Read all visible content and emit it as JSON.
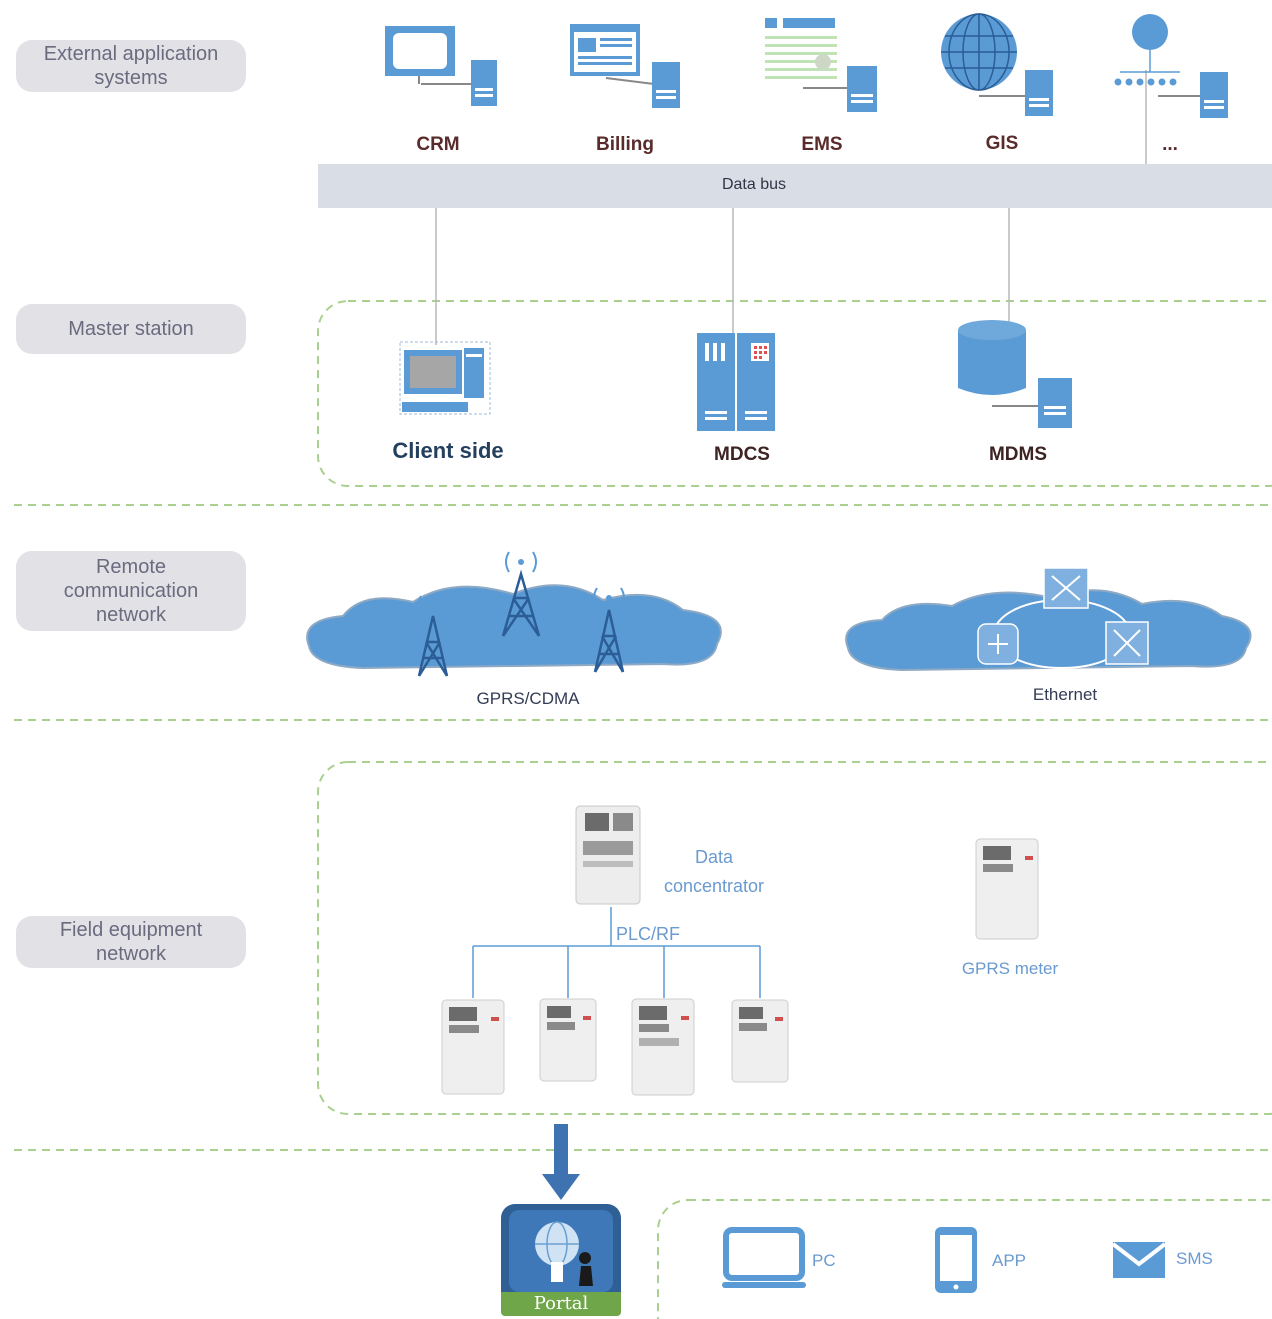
{
  "layers": {
    "external": "External application\nsystems",
    "master": "Master station",
    "remote": "Remote\ncommunication\nnetwork",
    "field": "Field equipment\nnetwork"
  },
  "external_systems": {
    "crm": "CRM",
    "billing": "Billing",
    "ems": "EMS",
    "gis": "GIS",
    "more": "..."
  },
  "data_bus": "Data bus",
  "master_station": {
    "client": "Client side",
    "mdcs": "MDCS",
    "mdms": "MDMS"
  },
  "networks": {
    "gprs": "GPRS/CDMA",
    "ethernet": "Ethernet"
  },
  "field": {
    "concentrator": "Data\nconcentrator",
    "plc": "PLC/RF",
    "gprs_meter": "GPRS meter"
  },
  "portal": {
    "label": "Portal",
    "channels": {
      "pc": "PC",
      "app": "APP",
      "sms": "SMS"
    }
  },
  "colors": {
    "icon_blue": "#5b9bd5",
    "pill_bg": "#e1e1e6",
    "dash_green": "#a9d08e",
    "bus_bg": "#d9dee6",
    "portal_green": "#70a64a"
  }
}
